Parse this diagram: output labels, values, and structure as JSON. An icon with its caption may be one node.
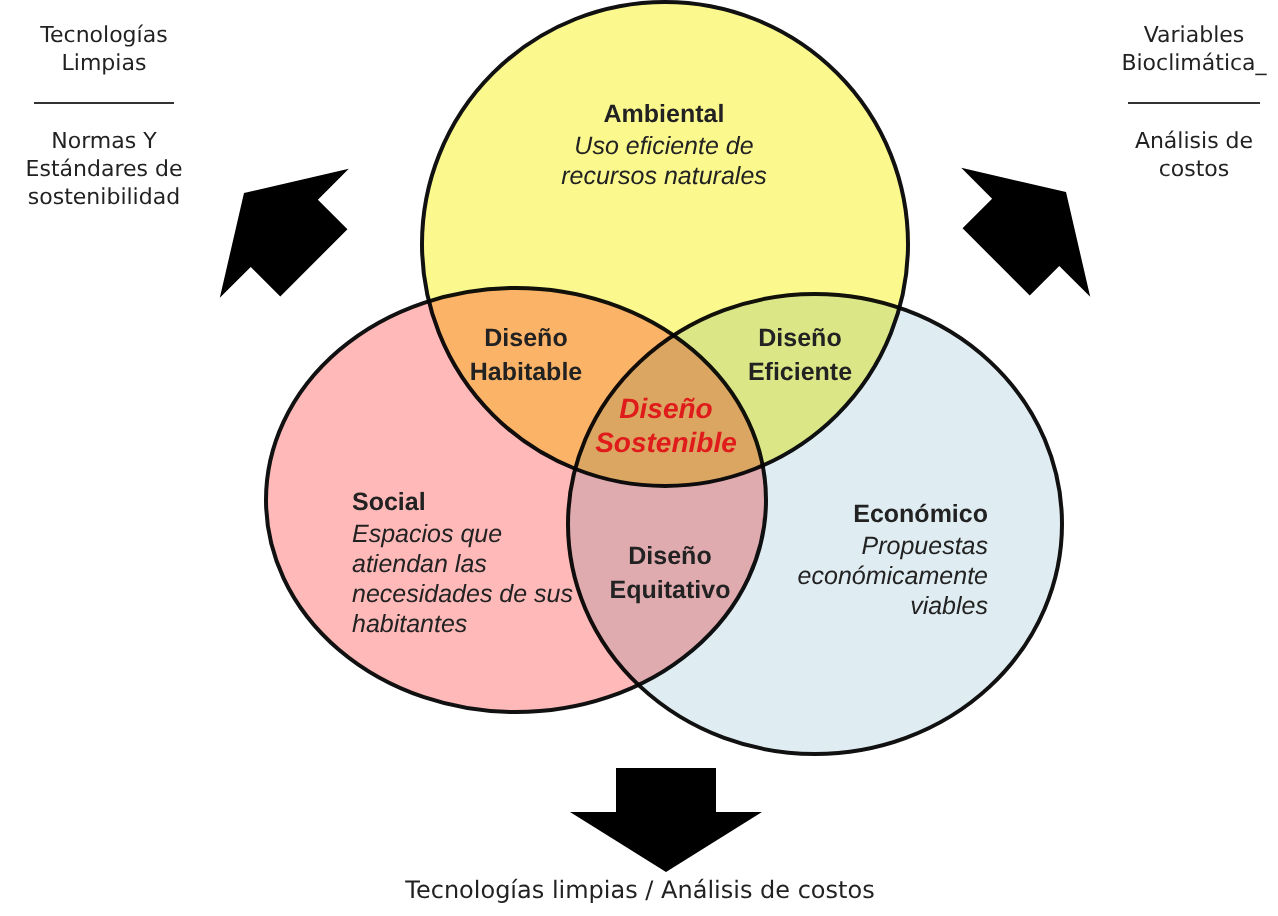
{
  "diagram": {
    "nodes": [
      {
        "text": [
          "Ambiental",
          "Uso eficiente de recursos naturales"
        ]
      },
      {
        "text": [
          "Social",
          "Espacios que atiendan las necesidades de sus habitantes"
        ]
      },
      {
        "text": [
          "Económico",
          "Propuestas económicamente viables"
        ]
      },
      {
        "text": [
          "Tecnologías Limpias",
          "Normas Y Estándares de sostenibilidad"
        ]
      },
      {
        "text": [
          "Variables Bioclimática_",
          "Análisis de costos"
        ]
      },
      {
        "text": [
          "Tecnologías limpias / Análisis de costos"
        ]
      }
    ],
    "edges": [
      {
        "from": null,
        "to": 3,
        "arrow": "to"
      },
      {
        "from": null,
        "to": 4,
        "arrow": "to"
      },
      {
        "from": null,
        "to": 5,
        "arrow": "to"
      }
    ],
    "labels": [
      "Diseño Habitable",
      "Diseño Eficiente",
      "Diseño Sostenible",
      "Diseño Equitativo"
    ]
  }
}
